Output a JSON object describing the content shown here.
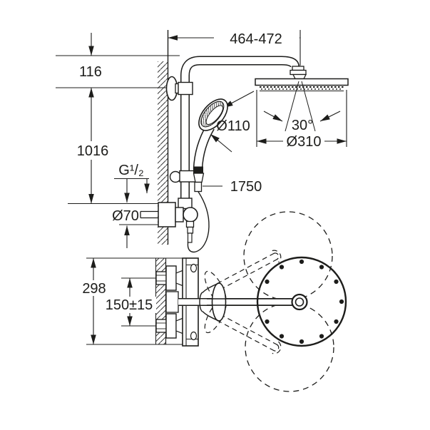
{
  "colors": {
    "line": "#1d1d1b",
    "background": "#ffffff"
  },
  "labels": {
    "width_range": "464-472",
    "top_offset": "116",
    "rail_length": "1016",
    "thread_size": "G¹/₂",
    "escutcheon_diameter": "Ø70",
    "handshower_diameter": "Ø110",
    "hose_length": "1750",
    "swivel_angle": "30°",
    "headshower_diameter": "Ø310",
    "valve_height": "298",
    "inlet_spacing": "150±15"
  }
}
